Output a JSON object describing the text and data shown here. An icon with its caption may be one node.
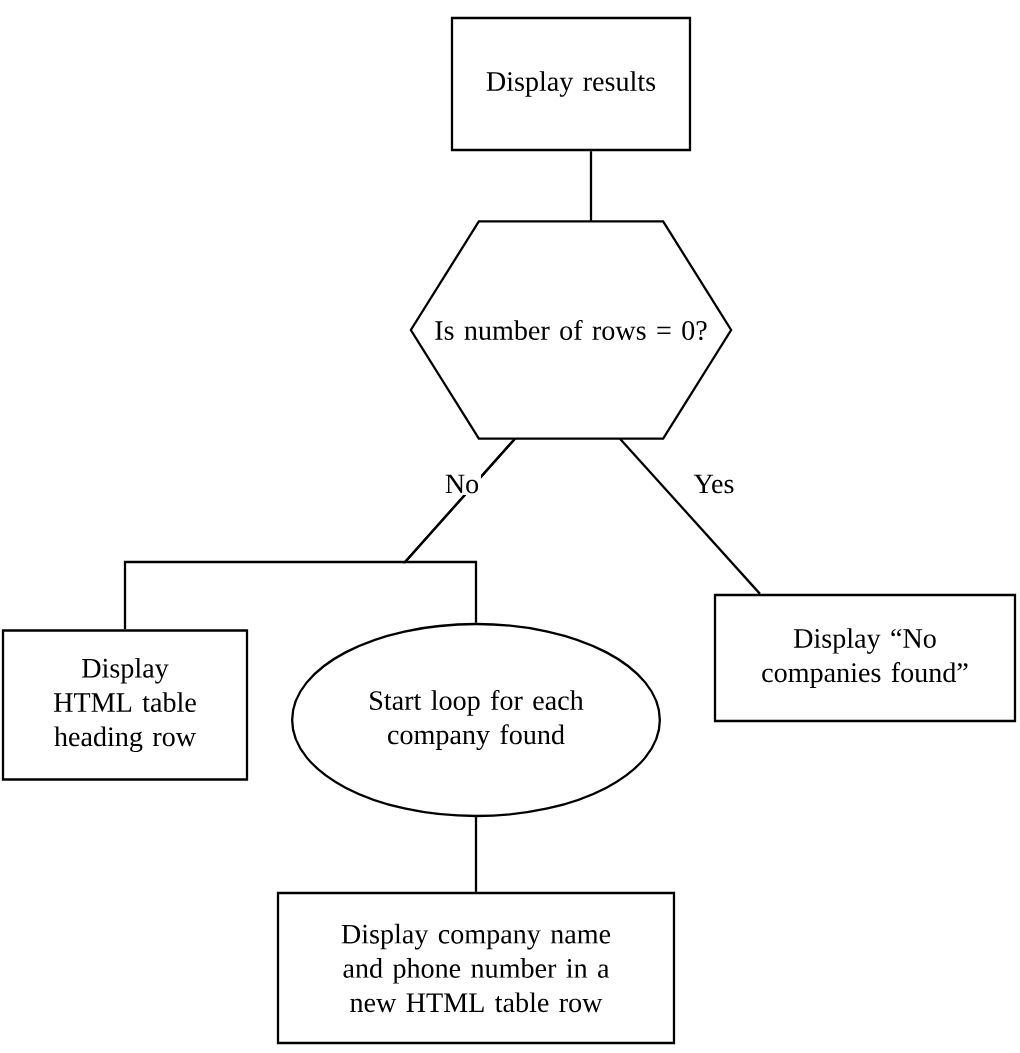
{
  "diagram": {
    "nodes": [
      {
        "text": [
          "Display results"
        ]
      },
      {
        "text": [
          "Is number of rows = 0?"
        ]
      },
      {
        "text": [
          "Display HTML table heading row"
        ]
      },
      {
        "text": [
          "Start loop for each company found"
        ]
      },
      {
        "text": [
          "Display company name and phone number in a new HTML table row"
        ]
      },
      {
        "text": [
          "Display “No companies found”"
        ]
      }
    ],
    "edges": [
      {
        "from": 0,
        "to": 1,
        "arrow": "none"
      },
      {
        "from": 1,
        "to": 2,
        "arrow": "none",
        "label": "No"
      },
      {
        "from": 1,
        "to": 3,
        "arrow": "none"
      },
      {
        "from": 1,
        "to": 5,
        "arrow": "none",
        "label": "Yes"
      },
      {
        "from": 3,
        "to": 4,
        "arrow": "none"
      }
    ]
  }
}
